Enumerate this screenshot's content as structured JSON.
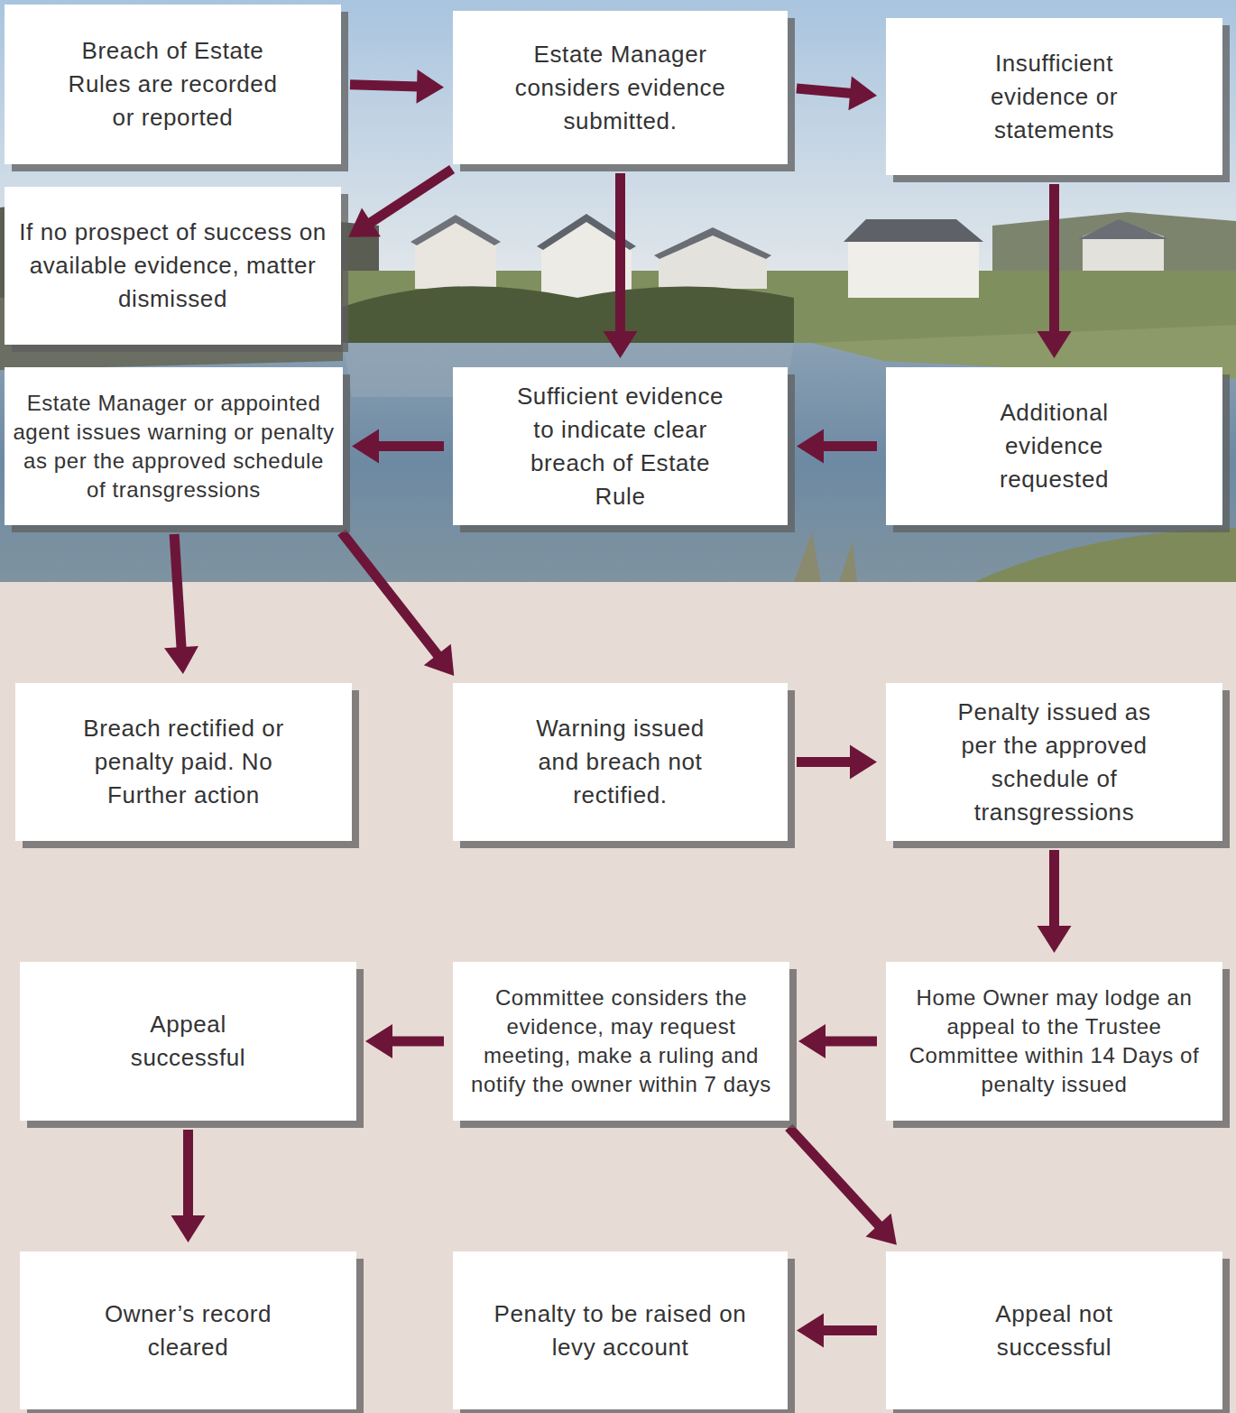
{
  "diagram": {
    "nodes": [
      {
        "text": [
          "Breach of Estate Rules are recorded or reported"
        ]
      },
      {
        "text": [
          "Estate Manager considers evidence submitted."
        ]
      },
      {
        "text": [
          "Insufficient evidence or statements"
        ]
      },
      {
        "text": [
          "If no prospect of success on available evidence, matter dismissed"
        ]
      },
      {
        "text": [
          "Estate Manager or appointed agent issues warning or penalty as per the approved schedule of transgressions"
        ]
      },
      {
        "text": [
          "Sufficient evidence to indicate clear breach of Estate Rule"
        ]
      },
      {
        "text": [
          "Additional evidence requested"
        ]
      },
      {
        "text": [
          "Breach rectified or penalty paid. No Further action"
        ]
      },
      {
        "text": [
          "Warning issued and breach not rectified."
        ]
      },
      {
        "text": [
          "Penalty issued as per the approved schedule of transgressions"
        ]
      },
      {
        "text": [
          "Appeal successful"
        ]
      },
      {
        "text": [
          "Committee considers the evidence, may request meeting, make a ruling and notify the owner within 7 days"
        ]
      },
      {
        "text": [
          "Home Owner may lodge an appeal to the Trustee Committee within 14 Days of penalty issued"
        ]
      },
      {
        "text": [
          "Owner’s record cleared"
        ]
      },
      {
        "text": [
          "Penalty to be raised on levy account"
        ]
      },
      {
        "text": [
          "Appeal not successful"
        ]
      }
    ],
    "edges": [
      {
        "from": 0,
        "to": 1,
        "arrow": "to"
      },
      {
        "from": 1,
        "to": 2,
        "arrow": "to"
      },
      {
        "from": 1,
        "to": 3,
        "arrow": "to"
      },
      {
        "from": 1,
        "to": 5,
        "arrow": "to"
      },
      {
        "from": 2,
        "to": 6,
        "arrow": "to"
      },
      {
        "from": 6,
        "to": 5,
        "arrow": "to"
      },
      {
        "from": 5,
        "to": 4,
        "arrow": "to"
      },
      {
        "from": 4,
        "to": 7,
        "arrow": "to"
      },
      {
        "from": 4,
        "to": 8,
        "arrow": "to"
      },
      {
        "from": 8,
        "to": 9,
        "arrow": "to"
      },
      {
        "from": 9,
        "to": 12,
        "arrow": "to"
      },
      {
        "from": 12,
        "to": 11,
        "arrow": "to"
      },
      {
        "from": 11,
        "to": 10,
        "arrow": "to"
      },
      {
        "from": 11,
        "to": 15,
        "arrow": "to"
      },
      {
        "from": 10,
        "to": 13,
        "arrow": "to"
      },
      {
        "from": 15,
        "to": 14,
        "arrow": "to"
      }
    ]
  }
}
